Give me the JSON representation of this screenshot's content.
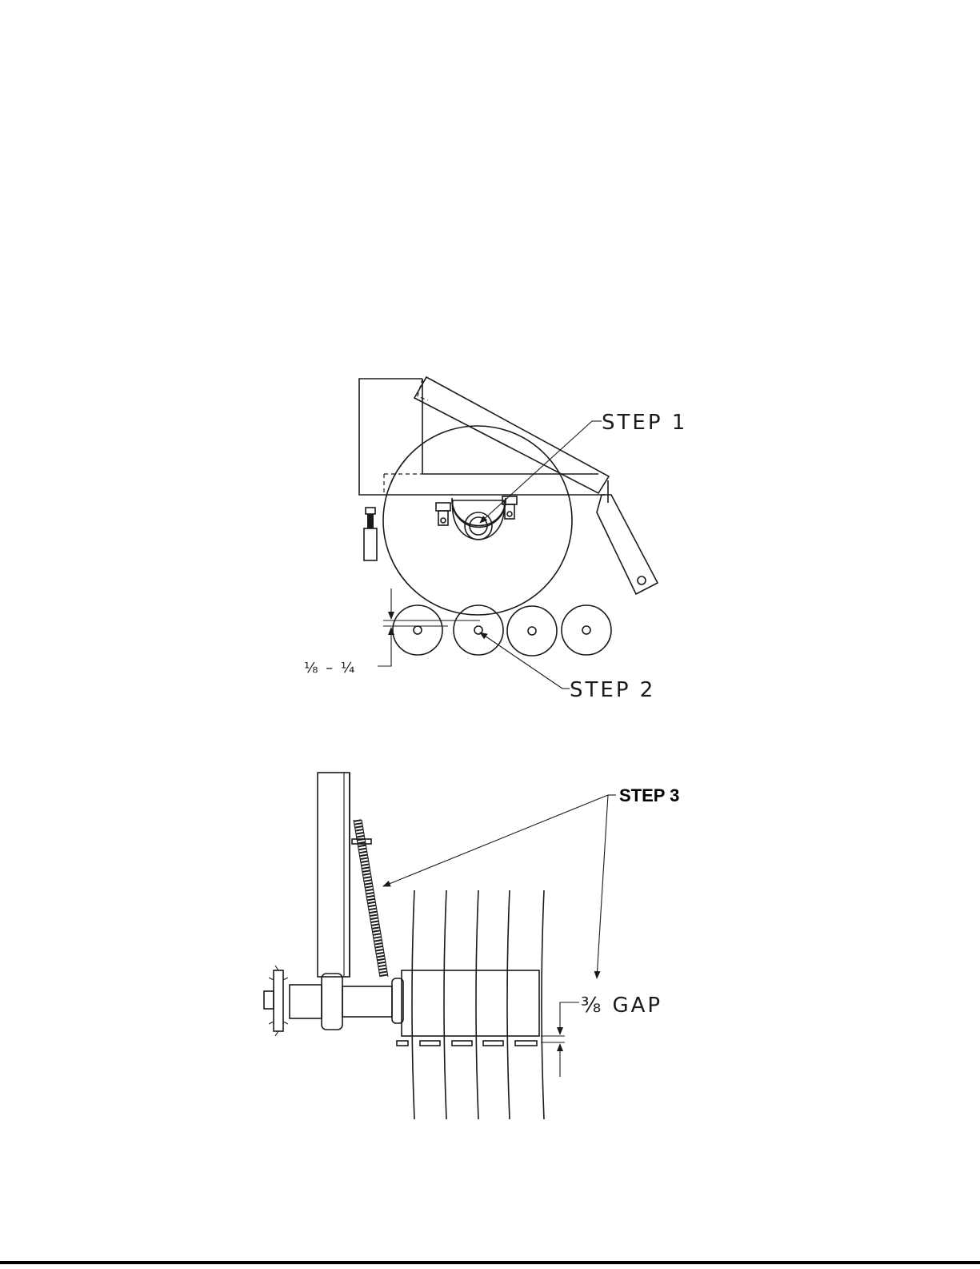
{
  "figure_1": {
    "step_1_label": "STEP 1",
    "step_2_label": "STEP 2",
    "clearance_label": "⅛ – ¼"
  },
  "figure_2": {
    "step_3_label": "STEP 3",
    "gap_label": "⅜ GAP"
  }
}
